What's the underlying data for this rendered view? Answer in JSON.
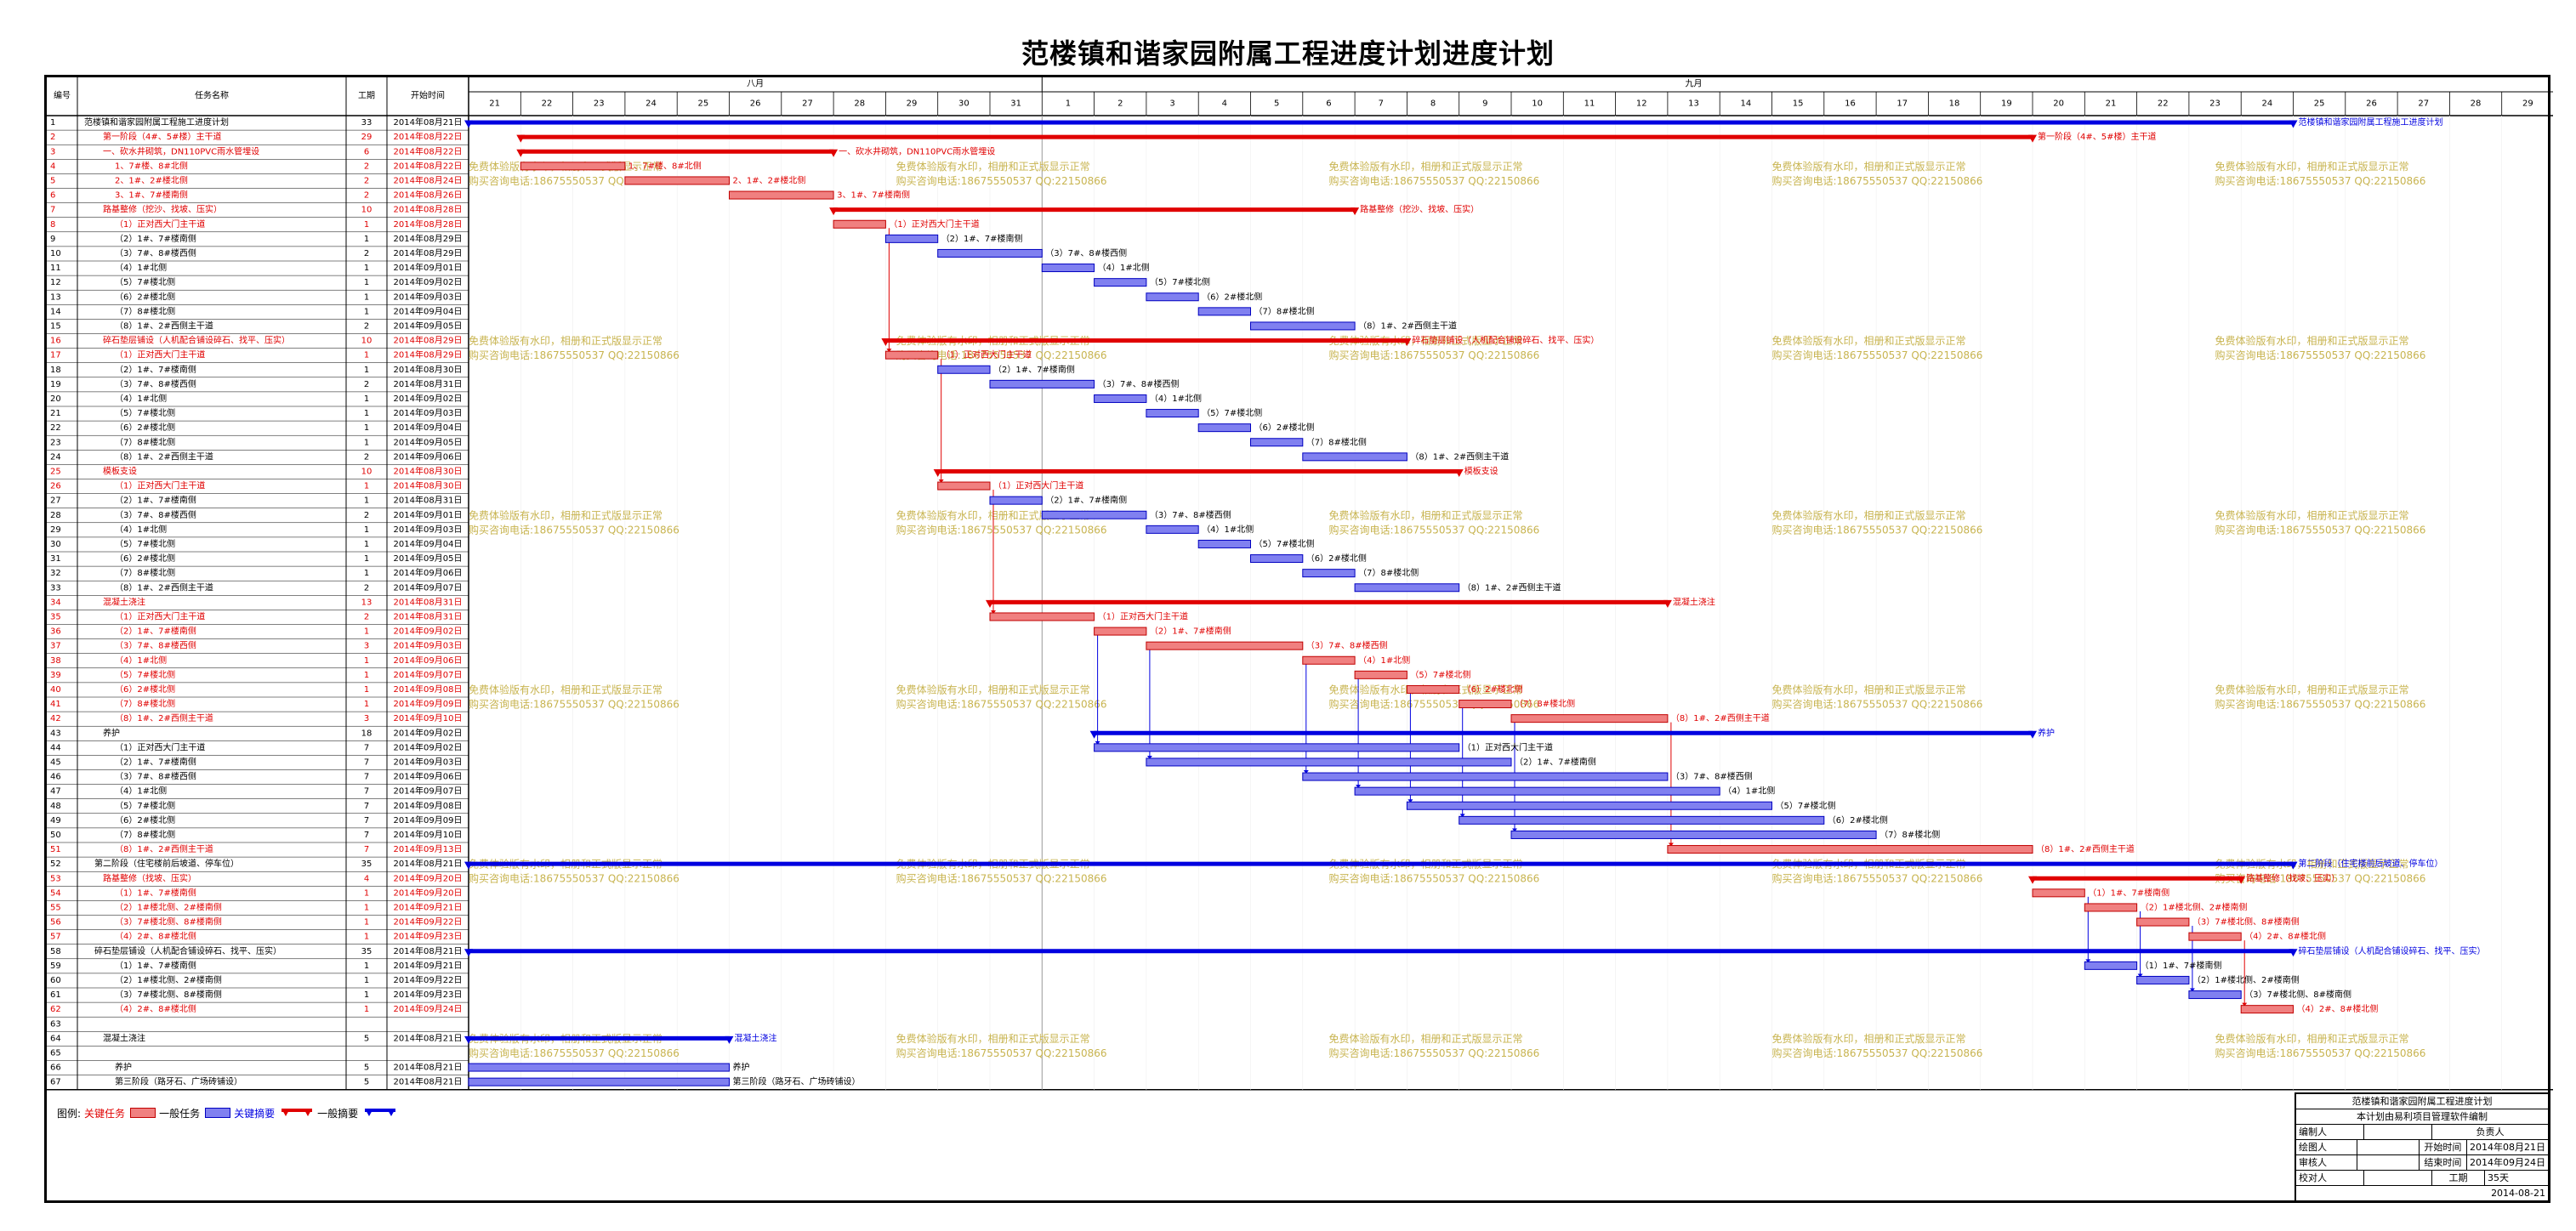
{
  "title": "范楼镇和谐家园附属工程进度计划进度计划",
  "header": {
    "col_id": "编号",
    "col_name": "任务名称",
    "col_duration": "工期",
    "col_start": "开始时间",
    "month_aug": "八月",
    "month_sep": "九月"
  },
  "day_labels": [
    "21",
    "22",
    "23",
    "24",
    "25",
    "26",
    "27",
    "28",
    "29",
    "30",
    "31",
    "1",
    "2",
    "3",
    "4",
    "5",
    "6",
    "7",
    "8",
    "9",
    "10",
    "11",
    "12",
    "13",
    "14",
    "15",
    "16",
    "17",
    "18",
    "19",
    "20",
    "21",
    "22",
    "23",
    "24",
    "25",
    "26",
    "27",
    "28",
    "29"
  ],
  "watermark": {
    "line1": "免费体验版有水印，相册和正式版显示正常",
    "line2": "购买咨询电话:18675550537 QQ:22150866"
  },
  "colors": {
    "critical": "#e00000",
    "normal": "#0000e0",
    "critical_bar": "#f08080",
    "normal_bar": "#8080f0",
    "watermark": "#c8b450"
  },
  "tasks": [
    {
      "id": "1",
      "name": "范楼镇和谐家园附属工程施工进度计划",
      "dur": "33",
      "start": "2014年08月21日",
      "s": 0,
      "d": 35,
      "type": "summary",
      "color": "blue",
      "label": "范楼镇和谐家园附属工程施工进度计划",
      "red": false
    },
    {
      "id": "2",
      "name": "第一阶段（4#、5#楼）主干道",
      "dur": "29",
      "start": "2014年08月22日",
      "s": 1,
      "d": 29,
      "type": "summary",
      "color": "red",
      "label": "第一阶段（4#、5#楼）主干道",
      "red": true
    },
    {
      "id": "3",
      "name": "一、砍水井砌筑，DN110PVC雨水管埋设",
      "dur": "6",
      "start": "2014年08月22日",
      "s": 1,
      "d": 6,
      "type": "summary",
      "color": "red",
      "label": "一、砍水井砌筑，DN110PVC雨水管埋设",
      "red": true
    },
    {
      "id": "4",
      "name": "1、7#楼、8#北侧",
      "dur": "2",
      "start": "2014年08月22日",
      "s": 1,
      "d": 2,
      "type": "task",
      "color": "red",
      "label": "1、7#楼、8#北侧",
      "red": true
    },
    {
      "id": "5",
      "name": "2、1#、2#楼北侧",
      "dur": "2",
      "start": "2014年08月24日",
      "s": 3,
      "d": 2,
      "type": "task",
      "color": "red",
      "label": "2、1#、2#楼北侧",
      "red": true
    },
    {
      "id": "6",
      "name": "3、1#、7#楼南侧",
      "dur": "2",
      "start": "2014年08月26日",
      "s": 5,
      "d": 2,
      "type": "task",
      "color": "red",
      "label": "3、1#、7#楼南侧",
      "red": true
    },
    {
      "id": "7",
      "name": "路基整修（挖沙、找坡、压实）",
      "dur": "10",
      "start": "2014年08月28日",
      "s": 7,
      "d": 10,
      "type": "summary",
      "color": "red",
      "label": "路基整修（挖沙、找坡、压实）",
      "red": true
    },
    {
      "id": "8",
      "name": "（1）正对西大门主干道",
      "dur": "1",
      "start": "2014年08月28日",
      "s": 7,
      "d": 1,
      "type": "task",
      "color": "red",
      "label": "（1）正对西大门主干道",
      "red": true
    },
    {
      "id": "9",
      "name": "（2）1#、7#楼南侧",
      "dur": "1",
      "start": "2014年08月29日",
      "s": 8,
      "d": 1,
      "type": "task",
      "color": "blue",
      "label": "（2）1#、7#楼南侧",
      "red": false
    },
    {
      "id": "10",
      "name": "（3）7#、8#楼西侧",
      "dur": "2",
      "start": "2014年08月29日",
      "s": 9,
      "d": 2,
      "type": "task",
      "color": "blue",
      "label": "（3）7#、8#楼西侧",
      "red": false
    },
    {
      "id": "11",
      "name": "（4）1#北侧",
      "dur": "1",
      "start": "2014年09月01日",
      "s": 11,
      "d": 1,
      "type": "task",
      "color": "blue",
      "label": "（4）1#北侧",
      "red": false
    },
    {
      "id": "12",
      "name": "（5）7#楼北侧",
      "dur": "1",
      "start": "2014年09月02日",
      "s": 12,
      "d": 1,
      "type": "task",
      "color": "blue",
      "label": "（5）7#楼北侧",
      "red": false
    },
    {
      "id": "13",
      "name": "（6）2#楼北侧",
      "dur": "1",
      "start": "2014年09月03日",
      "s": 13,
      "d": 1,
      "type": "task",
      "color": "blue",
      "label": "（6）2#楼北侧",
      "red": false
    },
    {
      "id": "14",
      "name": "（7）8#楼北侧",
      "dur": "1",
      "start": "2014年09月04日",
      "s": 14,
      "d": 1,
      "type": "task",
      "color": "blue",
      "label": "（7）8#楼北侧",
      "red": false
    },
    {
      "id": "15",
      "name": "（8）1#、2#西侧主干道",
      "dur": "2",
      "start": "2014年09月05日",
      "s": 15,
      "d": 2,
      "type": "task",
      "color": "blue",
      "label": "（8）1#、2#西侧主干道",
      "red": false
    },
    {
      "id": "16",
      "name": "碎石垫层铺设（人机配合铺设碎石、找平、压实）",
      "dur": "10",
      "start": "2014年08月29日",
      "s": 8,
      "d": 10,
      "type": "summary",
      "color": "red",
      "label": "碎石垫层铺设（人机配合铺设碎石、找平、压实）",
      "red": true
    },
    {
      "id": "17",
      "name": "（1）正对西大门主干道",
      "dur": "1",
      "start": "2014年08月29日",
      "s": 8,
      "d": 1,
      "type": "task",
      "color": "red",
      "label": "（1）正对西大门主干道",
      "red": true
    },
    {
      "id": "18",
      "name": "（2）1#、7#楼南侧",
      "dur": "1",
      "start": "2014年08月30日",
      "s": 9,
      "d": 1,
      "type": "task",
      "color": "blue",
      "label": "（2）1#、7#楼南侧",
      "red": false
    },
    {
      "id": "19",
      "name": "（3）7#、8#楼西侧",
      "dur": "2",
      "start": "2014年08月31日",
      "s": 10,
      "d": 2,
      "type": "task",
      "color": "blue",
      "label": "（3）7#、8#楼西侧",
      "red": false
    },
    {
      "id": "20",
      "name": "（4）1#北侧",
      "dur": "1",
      "start": "2014年09月02日",
      "s": 12,
      "d": 1,
      "type": "task",
      "color": "blue",
      "label": "（4）1#北侧",
      "red": false
    },
    {
      "id": "21",
      "name": "（5）7#楼北侧",
      "dur": "1",
      "start": "2014年09月03日",
      "s": 13,
      "d": 1,
      "type": "task",
      "color": "blue",
      "label": "（5）7#楼北侧",
      "red": false
    },
    {
      "id": "22",
      "name": "（6）2#楼北侧",
      "dur": "1",
      "start": "2014年09月04日",
      "s": 14,
      "d": 1,
      "type": "task",
      "color": "blue",
      "label": "（6）2#楼北侧",
      "red": false
    },
    {
      "id": "23",
      "name": "（7）8#楼北侧",
      "dur": "1",
      "start": "2014年09月05日",
      "s": 15,
      "d": 1,
      "type": "task",
      "color": "blue",
      "label": "（7）8#楼北侧",
      "red": false
    },
    {
      "id": "24",
      "name": "（8）1#、2#西侧主干道",
      "dur": "2",
      "start": "2014年09月06日",
      "s": 16,
      "d": 2,
      "type": "task",
      "color": "blue",
      "label": "（8）1#、2#西侧主干道",
      "red": false
    },
    {
      "id": "25",
      "name": "模板支设",
      "dur": "10",
      "start": "2014年08月30日",
      "s": 9,
      "d": 10,
      "type": "summary",
      "color": "red",
      "label": "模板支设",
      "red": true
    },
    {
      "id": "26",
      "name": "（1）正对西大门主干道",
      "dur": "1",
      "start": "2014年08月30日",
      "s": 9,
      "d": 1,
      "type": "task",
      "color": "red",
      "label": "（1）正对西大门主干道",
      "red": true
    },
    {
      "id": "27",
      "name": "（2）1#、7#楼南侧",
      "dur": "1",
      "start": "2014年08月31日",
      "s": 10,
      "d": 1,
      "type": "task",
      "color": "blue",
      "label": "（2）1#、7#楼南侧",
      "red": false
    },
    {
      "id": "28",
      "name": "（3）7#、8#楼西侧",
      "dur": "2",
      "start": "2014年09月01日",
      "s": 11,
      "d": 2,
      "type": "task",
      "color": "blue",
      "label": "（3）7#、8#楼西侧",
      "red": false
    },
    {
      "id": "29",
      "name": "（4）1#北侧",
      "dur": "1",
      "start": "2014年09月03日",
      "s": 13,
      "d": 1,
      "type": "task",
      "color": "blue",
      "label": "（4）1#北侧",
      "red": false
    },
    {
      "id": "30",
      "name": "（5）7#楼北侧",
      "dur": "1",
      "start": "2014年09月04日",
      "s": 14,
      "d": 1,
      "type": "task",
      "color": "blue",
      "label": "（5）7#楼北侧",
      "red": false
    },
    {
      "id": "31",
      "name": "（6）2#楼北侧",
      "dur": "1",
      "start": "2014年09月05日",
      "s": 15,
      "d": 1,
      "type": "task",
      "color": "blue",
      "label": "（6）2#楼北侧",
      "red": false
    },
    {
      "id": "32",
      "name": "（7）8#楼北侧",
      "dur": "1",
      "start": "2014年09月06日",
      "s": 16,
      "d": 1,
      "type": "task",
      "color": "blue",
      "label": "（7）8#楼北侧",
      "red": false
    },
    {
      "id": "33",
      "name": "（8）1#、2#西侧主干道",
      "dur": "2",
      "start": "2014年09月07日",
      "s": 17,
      "d": 2,
      "type": "task",
      "color": "blue",
      "label": "（8）1#、2#西侧主干道",
      "red": false
    },
    {
      "id": "34",
      "name": "混凝土浇注",
      "dur": "13",
      "start": "2014年08月31日",
      "s": 10,
      "d": 13,
      "type": "summary",
      "color": "red",
      "label": "混凝土浇注",
      "red": true
    },
    {
      "id": "35",
      "name": "（1）正对西大门主干道",
      "dur": "2",
      "start": "2014年08月31日",
      "s": 10,
      "d": 2,
      "type": "task",
      "color": "red",
      "label": "（1）正对西大门主干道",
      "red": true
    },
    {
      "id": "36",
      "name": "（2）1#、7#楼南侧",
      "dur": "1",
      "start": "2014年09月02日",
      "s": 12,
      "d": 1,
      "type": "task",
      "color": "red",
      "label": "（2）1#、7#楼南侧",
      "red": true
    },
    {
      "id": "37",
      "name": "（3）7#、8#楼西侧",
      "dur": "3",
      "start": "2014年09月03日",
      "s": 13,
      "d": 3,
      "type": "task",
      "color": "red",
      "label": "（3）7#、8#楼西侧",
      "red": true
    },
    {
      "id": "38",
      "name": "（4）1#北侧",
      "dur": "1",
      "start": "2014年09月06日",
      "s": 16,
      "d": 1,
      "type": "task",
      "color": "red",
      "label": "（4）1#北侧",
      "red": true
    },
    {
      "id": "39",
      "name": "（5）7#楼北侧",
      "dur": "1",
      "start": "2014年09月07日",
      "s": 17,
      "d": 1,
      "type": "task",
      "color": "red",
      "label": "（5）7#楼北侧",
      "red": true
    },
    {
      "id": "40",
      "name": "（6）2#楼北侧",
      "dur": "1",
      "start": "2014年09月08日",
      "s": 18,
      "d": 1,
      "type": "task",
      "color": "red",
      "label": "（6）2#楼北侧",
      "red": true
    },
    {
      "id": "41",
      "name": "（7）8#楼北侧",
      "dur": "1",
      "start": "2014年09月09日",
      "s": 19,
      "d": 1,
      "type": "task",
      "color": "red",
      "label": "（7）8#楼北侧",
      "red": true
    },
    {
      "id": "42",
      "name": "（8）1#、2#西侧主干道",
      "dur": "3",
      "start": "2014年09月10日",
      "s": 20,
      "d": 3,
      "type": "task",
      "color": "red",
      "label": "（8）1#、2#西侧主干道",
      "red": true
    },
    {
      "id": "43",
      "name": "养护",
      "dur": "18",
      "start": "2014年09月02日",
      "s": 12,
      "d": 18,
      "type": "summary",
      "color": "blue",
      "label": "养护",
      "red": false
    },
    {
      "id": "44",
      "name": "（1）正对西大门主干道",
      "dur": "7",
      "start": "2014年09月02日",
      "s": 12,
      "d": 7,
      "type": "task",
      "color": "blue",
      "label": "（1）正对西大门主干道",
      "red": false
    },
    {
      "id": "45",
      "name": "（2）1#、7#楼南侧",
      "dur": "7",
      "start": "2014年09月03日",
      "s": 13,
      "d": 7,
      "type": "task",
      "color": "blue",
      "label": "（2）1#、7#楼南侧",
      "red": false
    },
    {
      "id": "46",
      "name": "（3）7#、8#楼西侧",
      "dur": "7",
      "start": "2014年09月06日",
      "s": 16,
      "d": 7,
      "type": "task",
      "color": "blue",
      "label": "（3）7#、8#楼西侧",
      "red": false
    },
    {
      "id": "47",
      "name": "（4）1#北侧",
      "dur": "7",
      "start": "2014年09月07日",
      "s": 17,
      "d": 7,
      "type": "task",
      "color": "blue",
      "label": "（4）1#北侧",
      "red": false
    },
    {
      "id": "48",
      "name": "（5）7#楼北侧",
      "dur": "7",
      "start": "2014年09月08日",
      "s": 18,
      "d": 7,
      "type": "task",
      "color": "blue",
      "label": "（5）7#楼北侧",
      "red": false
    },
    {
      "id": "49",
      "name": "（6）2#楼北侧",
      "dur": "7",
      "start": "2014年09月09日",
      "s": 19,
      "d": 7,
      "type": "task",
      "color": "blue",
      "label": "（6）2#楼北侧",
      "red": false
    },
    {
      "id": "50",
      "name": "（7）8#楼北侧",
      "dur": "7",
      "start": "2014年09月10日",
      "s": 20,
      "d": 7,
      "type": "task",
      "color": "blue",
      "label": "（7）8#楼北侧",
      "red": false
    },
    {
      "id": "51",
      "name": "（8）1#、2#西侧主干道",
      "dur": "7",
      "start": "2014年09月13日",
      "s": 23,
      "d": 7,
      "type": "task",
      "color": "red",
      "label": "（8）1#、2#西侧主干道",
      "red": true
    },
    {
      "id": "52",
      "name": "第二阶段（住宅楼前后坡道、停车位）",
      "dur": "35",
      "start": "2014年08月21日",
      "s": 0,
      "d": 35,
      "type": "summary",
      "color": "blue",
      "label": "第二阶段（住宅楼前后坡道、停车位）",
      "red": false
    },
    {
      "id": "53",
      "name": "路基整修（找坡、压实）",
      "dur": "4",
      "start": "2014年09月20日",
      "s": 30,
      "d": 4,
      "type": "summary",
      "color": "red",
      "label": "路基整修（找坡、压实）",
      "red": true
    },
    {
      "id": "54",
      "name": "（1）1#、7#楼南侧",
      "dur": "1",
      "start": "2014年09月20日",
      "s": 30,
      "d": 1,
      "type": "task",
      "color": "red",
      "label": "（1）1#、7#楼南侧",
      "red": true
    },
    {
      "id": "55",
      "name": "（2）1#楼北侧、2#楼南侧",
      "dur": "1",
      "start": "2014年09月21日",
      "s": 31,
      "d": 1,
      "type": "task",
      "color": "red",
      "label": "（2）1#楼北侧、2#楼南侧",
      "red": true
    },
    {
      "id": "56",
      "name": "（3）7#楼北侧、8#楼南侧",
      "dur": "1",
      "start": "2014年09月22日",
      "s": 32,
      "d": 1,
      "type": "task",
      "color": "red",
      "label": "（3）7#楼北侧、8#楼南侧",
      "red": true
    },
    {
      "id": "57",
      "name": "（4）2#、8#楼北侧",
      "dur": "1",
      "start": "2014年09月23日",
      "s": 33,
      "d": 1,
      "type": "task",
      "color": "red",
      "label": "（4）2#、8#楼北侧",
      "red": true
    },
    {
      "id": "58",
      "name": "碎石垫层铺设（人机配合铺设碎石、找平、压实）",
      "dur": "35",
      "start": "2014年08月21日",
      "s": 0,
      "d": 35,
      "type": "summary",
      "color": "blue",
      "label": "碎石垫层铺设（人机配合铺设碎石、找平、压实）",
      "red": false
    },
    {
      "id": "59",
      "name": "（1）1#、7#楼南侧",
      "dur": "1",
      "start": "2014年09月21日",
      "s": 31,
      "d": 1,
      "type": "task",
      "color": "blue",
      "label": "（1）1#、7#楼南侧",
      "red": false
    },
    {
      "id": "60",
      "name": "（2）1#楼北侧、2#楼南侧",
      "dur": "1",
      "start": "2014年09月22日",
      "s": 32,
      "d": 1,
      "type": "task",
      "color": "blue",
      "label": "（2）1#楼北侧、2#楼南侧",
      "red": false
    },
    {
      "id": "61",
      "name": "（3）7#楼北侧、8#楼南侧",
      "dur": "1",
      "start": "2014年09月23日",
      "s": 33,
      "d": 1,
      "type": "task",
      "color": "blue",
      "label": "（3）7#楼北侧、8#楼南侧",
      "red": false
    },
    {
      "id": "62",
      "name": "（4）2#、8#楼北侧",
      "dur": "1",
      "start": "2014年09月24日",
      "s": 34,
      "d": 1,
      "type": "task",
      "color": "red",
      "label": "（4）2#、8#楼北侧",
      "red": true
    },
    {
      "id": "63",
      "name": "",
      "dur": "",
      "start": "",
      "s": null,
      "d": null,
      "type": "none",
      "color": "blue",
      "label": "",
      "red": false
    },
    {
      "id": "64",
      "name": "混凝土浇注",
      "dur": "5",
      "start": "2014年08月21日",
      "s": 0,
      "d": 5,
      "type": "summary",
      "color": "blue",
      "label": "混凝土浇注",
      "red": false
    },
    {
      "id": "65",
      "name": "",
      "dur": "",
      "start": "",
      "s": null,
      "d": null,
      "type": "none",
      "color": "blue",
      "label": "",
      "red": false
    },
    {
      "id": "66",
      "name": "养护",
      "dur": "5",
      "start": "2014年08月21日",
      "s": 0,
      "d": 5,
      "type": "task",
      "color": "blue",
      "label": "养护",
      "red": false
    },
    {
      "id": "67",
      "name": "第三阶段（路牙石、广场砖铺设）",
      "dur": "5",
      "start": "2014年08月21日",
      "s": 0,
      "d": 5,
      "type": "task",
      "color": "blue",
      "label": "第三阶段（路牙石、广场砖铺设）",
      "red": false
    }
  ],
  "links": [
    [
      8,
      17
    ],
    [
      17,
      26
    ],
    [
      26,
      35
    ],
    [
      36,
      44
    ],
    [
      37,
      45
    ],
    [
      38,
      46
    ],
    [
      39,
      47
    ],
    [
      40,
      48
    ],
    [
      41,
      49
    ],
    [
      42,
      50
    ],
    [
      42,
      51
    ],
    [
      54,
      59
    ],
    [
      55,
      60
    ],
    [
      56,
      61
    ],
    [
      57,
      62
    ]
  ],
  "legend": {
    "label": "图例:",
    "critical_task": "关键任务",
    "normal_task": "一般任务",
    "critical_summary": "关键摘要",
    "normal_summary": "一般摘要"
  },
  "title_block": {
    "name": "范楼镇和谐家园附属工程进度计划",
    "subtitle": "本计划由易利项目管理软件编制",
    "compiler": "编制人",
    "owner": "负责人",
    "drafter": "绘图人",
    "start_label": "开始时间",
    "start_value": "2014年08月21日",
    "reviewer": "审核人",
    "end_label": "结束时间",
    "end_value": "2014年09月24日",
    "checker": "校对人",
    "duration_label": "工期",
    "duration_value": "35天",
    "date": "2014-08-21"
  }
}
